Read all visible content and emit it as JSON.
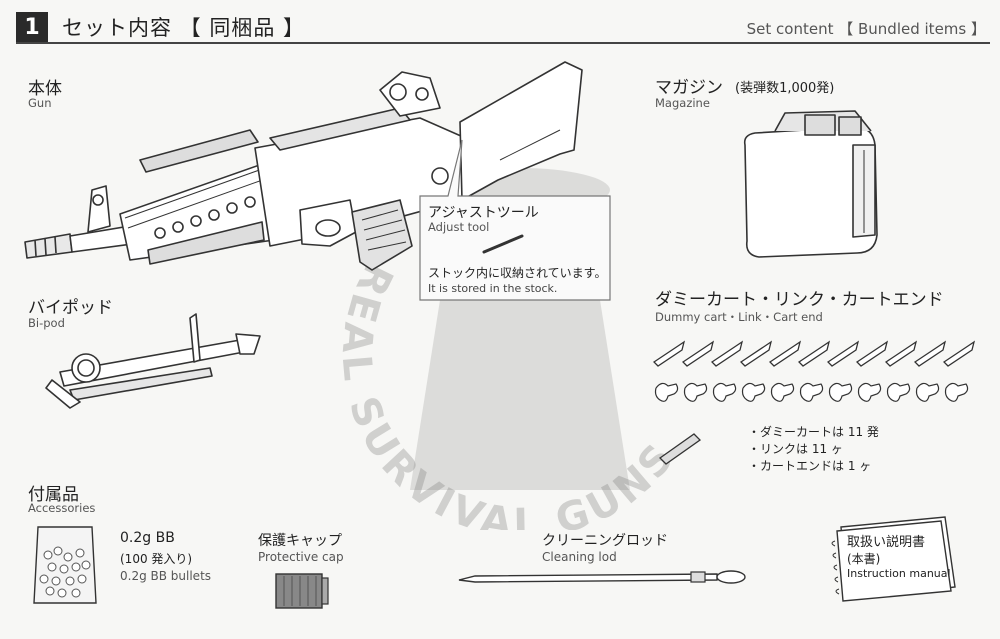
{
  "header": {
    "number": "1",
    "title": "セット内容 【 同梱品 】",
    "title_en": "Set content 【 Bundled items 】"
  },
  "watermark": {
    "arc_text": "REAL SURVIVAL GUNSHOP GUNDAY.CO.KR"
  },
  "gun": {
    "label": "本体",
    "label_en": "Gun"
  },
  "adjust_tool": {
    "label": "アジャストツール",
    "label_en": "Adjust tool",
    "note": "ストック内に収納されています。",
    "note_en": "It is stored in the stock."
  },
  "magazine": {
    "label": "マガジン",
    "detail": "(装弾数1,000発)",
    "label_en": "Magazine"
  },
  "bipod": {
    "label": "バイポッド",
    "label_en": "Bi-pod"
  },
  "dummy": {
    "label": "ダミーカート・リンク・カートエンド",
    "label_en": "Dummy cart・Link・Cart end",
    "notes": [
      "・ダミーカートは 11 発",
      "・リンクは 11 ヶ",
      "・カートエンドは 1 ヶ"
    ],
    "cart_count": 11,
    "link_count": 11
  },
  "accessories": {
    "label": "付属品",
    "label_en": "Accessories"
  },
  "bb": {
    "label": "0.2g BB",
    "detail": "(100 発入り)",
    "label_en": "0.2g BB bullets"
  },
  "cap": {
    "label": "保護キャップ",
    "label_en": "Protective cap"
  },
  "rod": {
    "label": "クリーニングロッド",
    "label_en": "Cleaning lod"
  },
  "manual": {
    "label": "取扱い説明書",
    "detail": "(本書)",
    "label_en": "Instruction manual"
  }
}
